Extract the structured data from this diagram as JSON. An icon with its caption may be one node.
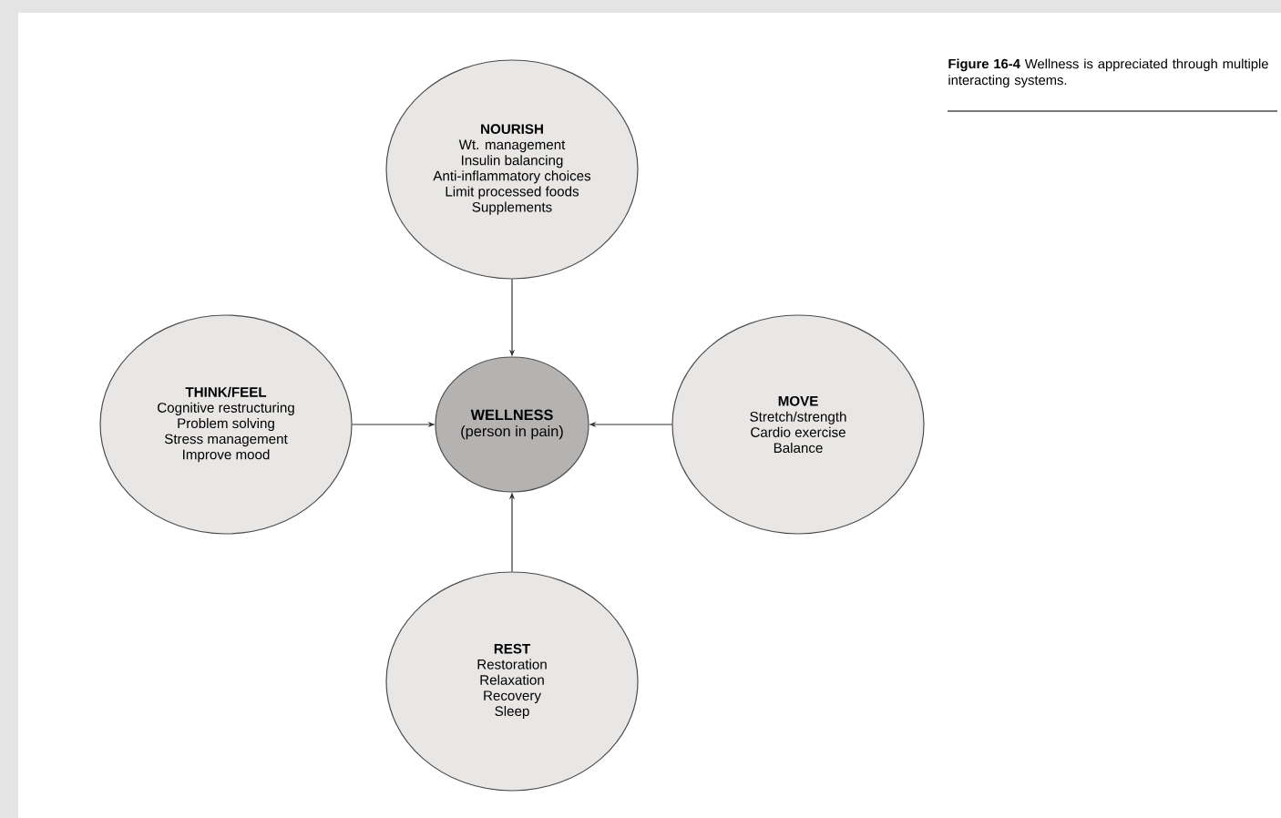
{
  "diagram": {
    "caption": "**Figure 16-4** Wellness is appreciated through multiple interacting systems.",
    "nodes": [
      {
        "text": [
          "NOURISH",
          "Wt. management",
          "Insulin balancing",
          "Anti-inflammatory choices",
          "Limit processed foods",
          "Supplements"
        ]
      },
      {
        "text": [
          "THINK/FEEL",
          "Cognitive restructuring",
          "Problem solving",
          "Stress management",
          "Improve mood"
        ]
      },
      {
        "text": [
          "WELLNESS",
          "(person in pain)"
        ]
      },
      {
        "text": [
          "MOVE",
          "Stretch/strength",
          "Cardio exercise",
          "Balance"
        ]
      },
      {
        "text": [
          "REST",
          "Restoration",
          "Relaxation",
          "Recovery",
          "Sleep"
        ]
      }
    ],
    "edges": [
      {
        "from": 0,
        "to": 2,
        "arrow": "to"
      },
      {
        "from": 1,
        "to": 2,
        "arrow": "to"
      },
      {
        "from": 3,
        "to": 2,
        "arrow": "to"
      },
      {
        "from": 4,
        "to": 2,
        "arrow": "to"
      }
    ]
  }
}
